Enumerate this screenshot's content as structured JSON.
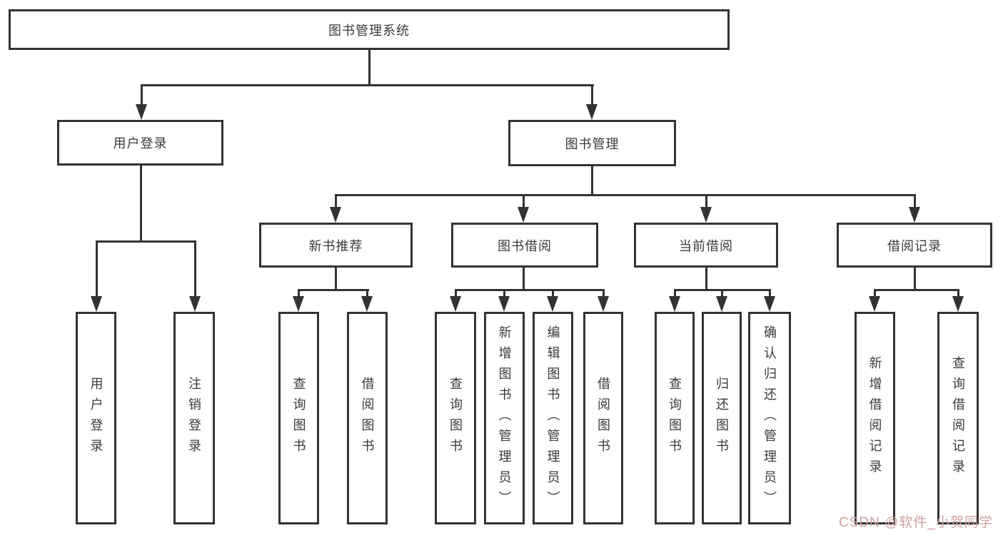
{
  "colors": {
    "line": "#333333",
    "text": "#3a3a3a",
    "watermark": "#d1a0a0",
    "background": "#ffffff"
  },
  "tree": {
    "root": {
      "label": "图书管理系统"
    },
    "login": {
      "label": "用户登录",
      "children": [
        {
          "label": "用户登录"
        },
        {
          "label": "注销登录"
        }
      ]
    },
    "management": {
      "label": "图书管理",
      "sections": [
        {
          "label": "新书推荐",
          "children": [
            {
              "label": "查询图书"
            },
            {
              "label": "借阅图书"
            }
          ]
        },
        {
          "label": "图书借阅",
          "children": [
            {
              "label": "查询图书"
            },
            {
              "label": "新增图书（管理员）"
            },
            {
              "label": "编辑图书（管理员）"
            },
            {
              "label": "借阅图书"
            }
          ]
        },
        {
          "label": "当前借阅",
          "children": [
            {
              "label": "查询图书"
            },
            {
              "label": "归还图书"
            },
            {
              "label": "确认归还（管理员）"
            }
          ]
        },
        {
          "label": "借阅记录",
          "children": [
            {
              "label": "新增借阅记录"
            },
            {
              "label": "查询借阅记录"
            }
          ]
        }
      ]
    }
  },
  "watermark": {
    "text": "CSDN @软件_小贺同学"
  }
}
